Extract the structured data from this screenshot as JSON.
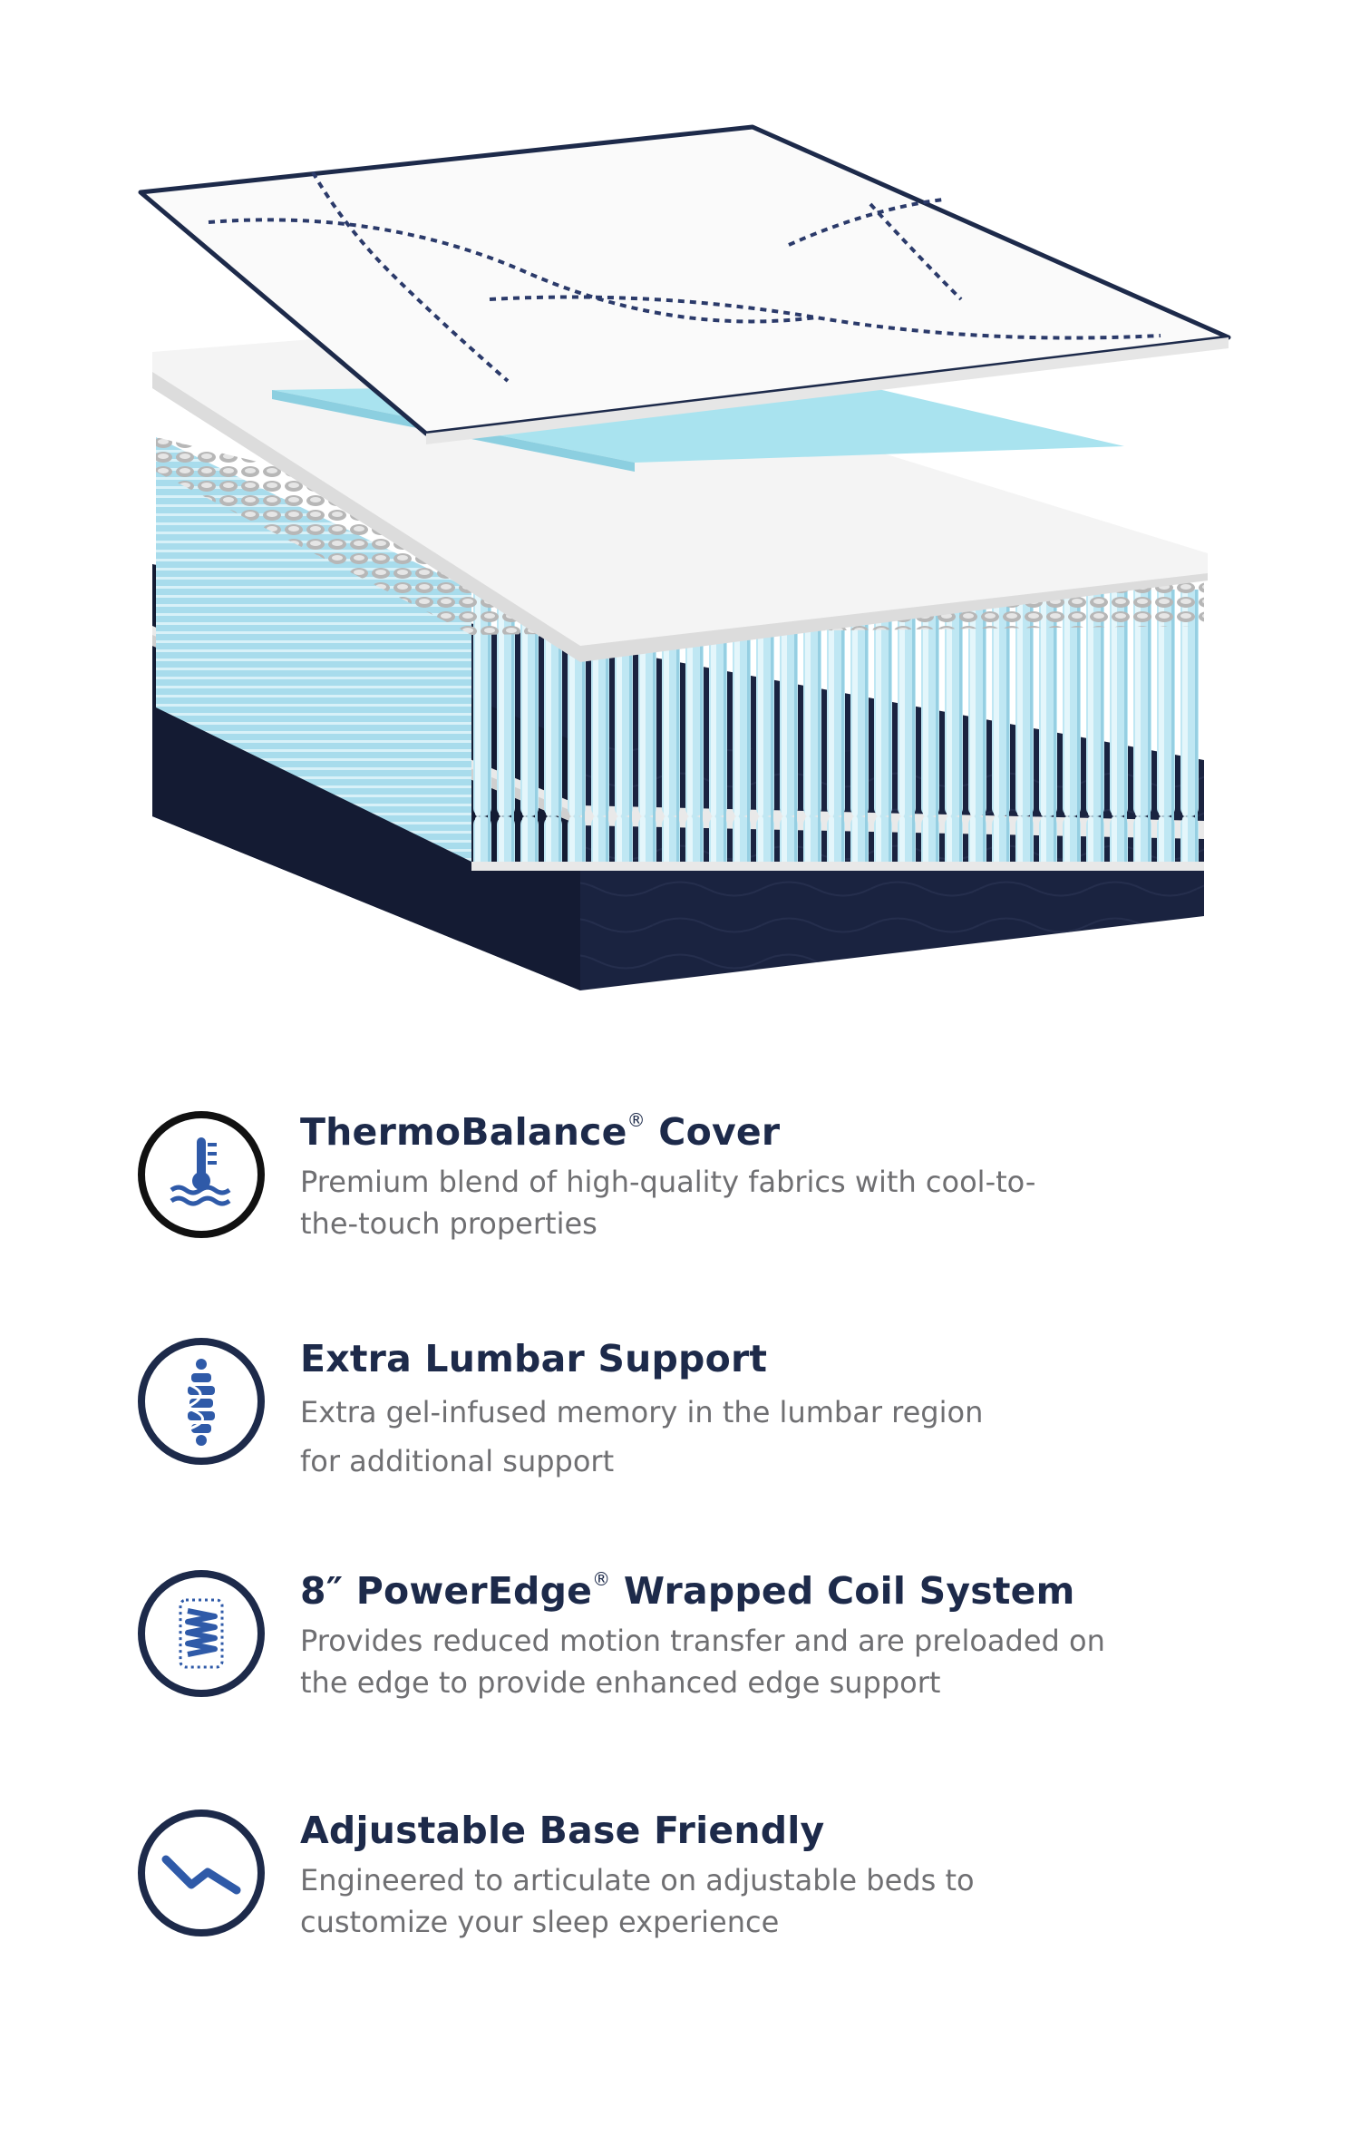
{
  "features": [
    {
      "icon": "thermometer-water-icon",
      "title_main": "ThermoBalance",
      "title_mark": "®",
      "title_rest": " Cover",
      "desc_line1": "Premium blend of high-quality fabrics with cool-to-",
      "desc_line2": "the-touch properties"
    },
    {
      "icon": "spine-icon",
      "title_main": "Extra Lumbar Support",
      "desc_line1": "Extra gel-infused memory in the lumbar region",
      "desc_line2": "for additional support"
    },
    {
      "icon": "coil-spring-icon",
      "title_main": "8″ PowerEdge",
      "title_mark": "®",
      "title_rest": " Wrapped Coil System",
      "desc_line1": "Provides reduced motion transfer and are preloaded on",
      "desc_line2": "the edge to provide enhanced edge support"
    },
    {
      "icon": "adjustable-base-icon",
      "title_main": "Adjustable Base Friendly",
      "desc_line1": "Engineered to articulate on adjustable beds to",
      "desc_line2": "customize your sleep experience"
    }
  ],
  "colors": {
    "navy": "#1d2a4a",
    "icon_blue": "#2f5aa8",
    "text_gray": "#6f6f72",
    "gel_blue": "#a9e3ef",
    "coil_blue": "#bfe7f3"
  }
}
